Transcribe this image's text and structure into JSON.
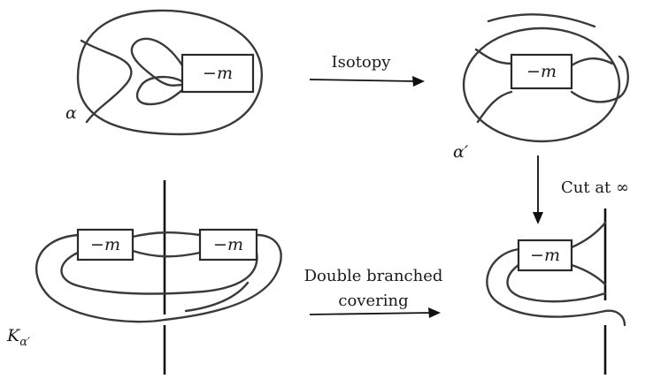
{
  "labels": {
    "alpha": "α",
    "alpha_prime": "α′",
    "k_alpha_prime_base": "K",
    "k_alpha_prime_sub": "α′"
  },
  "boxes": {
    "twist": "−m"
  },
  "arrows": {
    "isotopy": "Isotopy",
    "cut_at_infinity": "Cut at ∞",
    "double_branched_line1": "Double branched",
    "double_branched_line2": "covering"
  }
}
